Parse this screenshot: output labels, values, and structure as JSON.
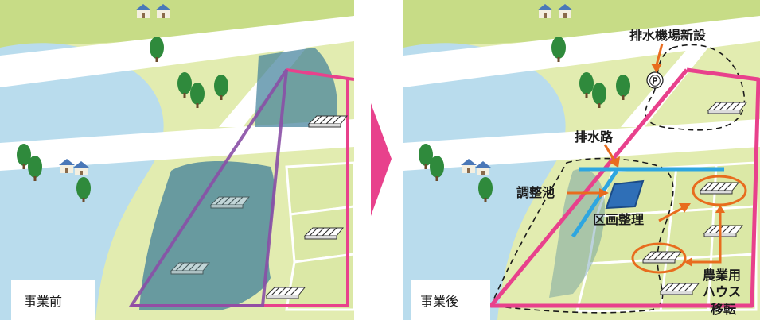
{
  "panels": {
    "before": {
      "caption": "事業前"
    },
    "after": {
      "caption": "事業後"
    }
  },
  "labels": {
    "pump_station": "排水機場新設",
    "pump_symbol": "Ⓟ",
    "drainage_channel": "排水路",
    "retention_pond": "調整池",
    "land_consolidation": "区画整理",
    "greenhouse_relocation": [
      "農業用",
      "ハウス",
      "移転"
    ]
  },
  "colors": {
    "river": "#b9dced",
    "road": "#ffffff",
    "field": "#e2ecb0",
    "field_dark": "#c7dc86",
    "flood": "#3f7f9a",
    "project_boundary": "#e8418c",
    "flood_boundary": "#8a4fa6",
    "channel": "#2ea6e0",
    "annotation": "#e86c1e",
    "tree": "#2f8a3c"
  }
}
